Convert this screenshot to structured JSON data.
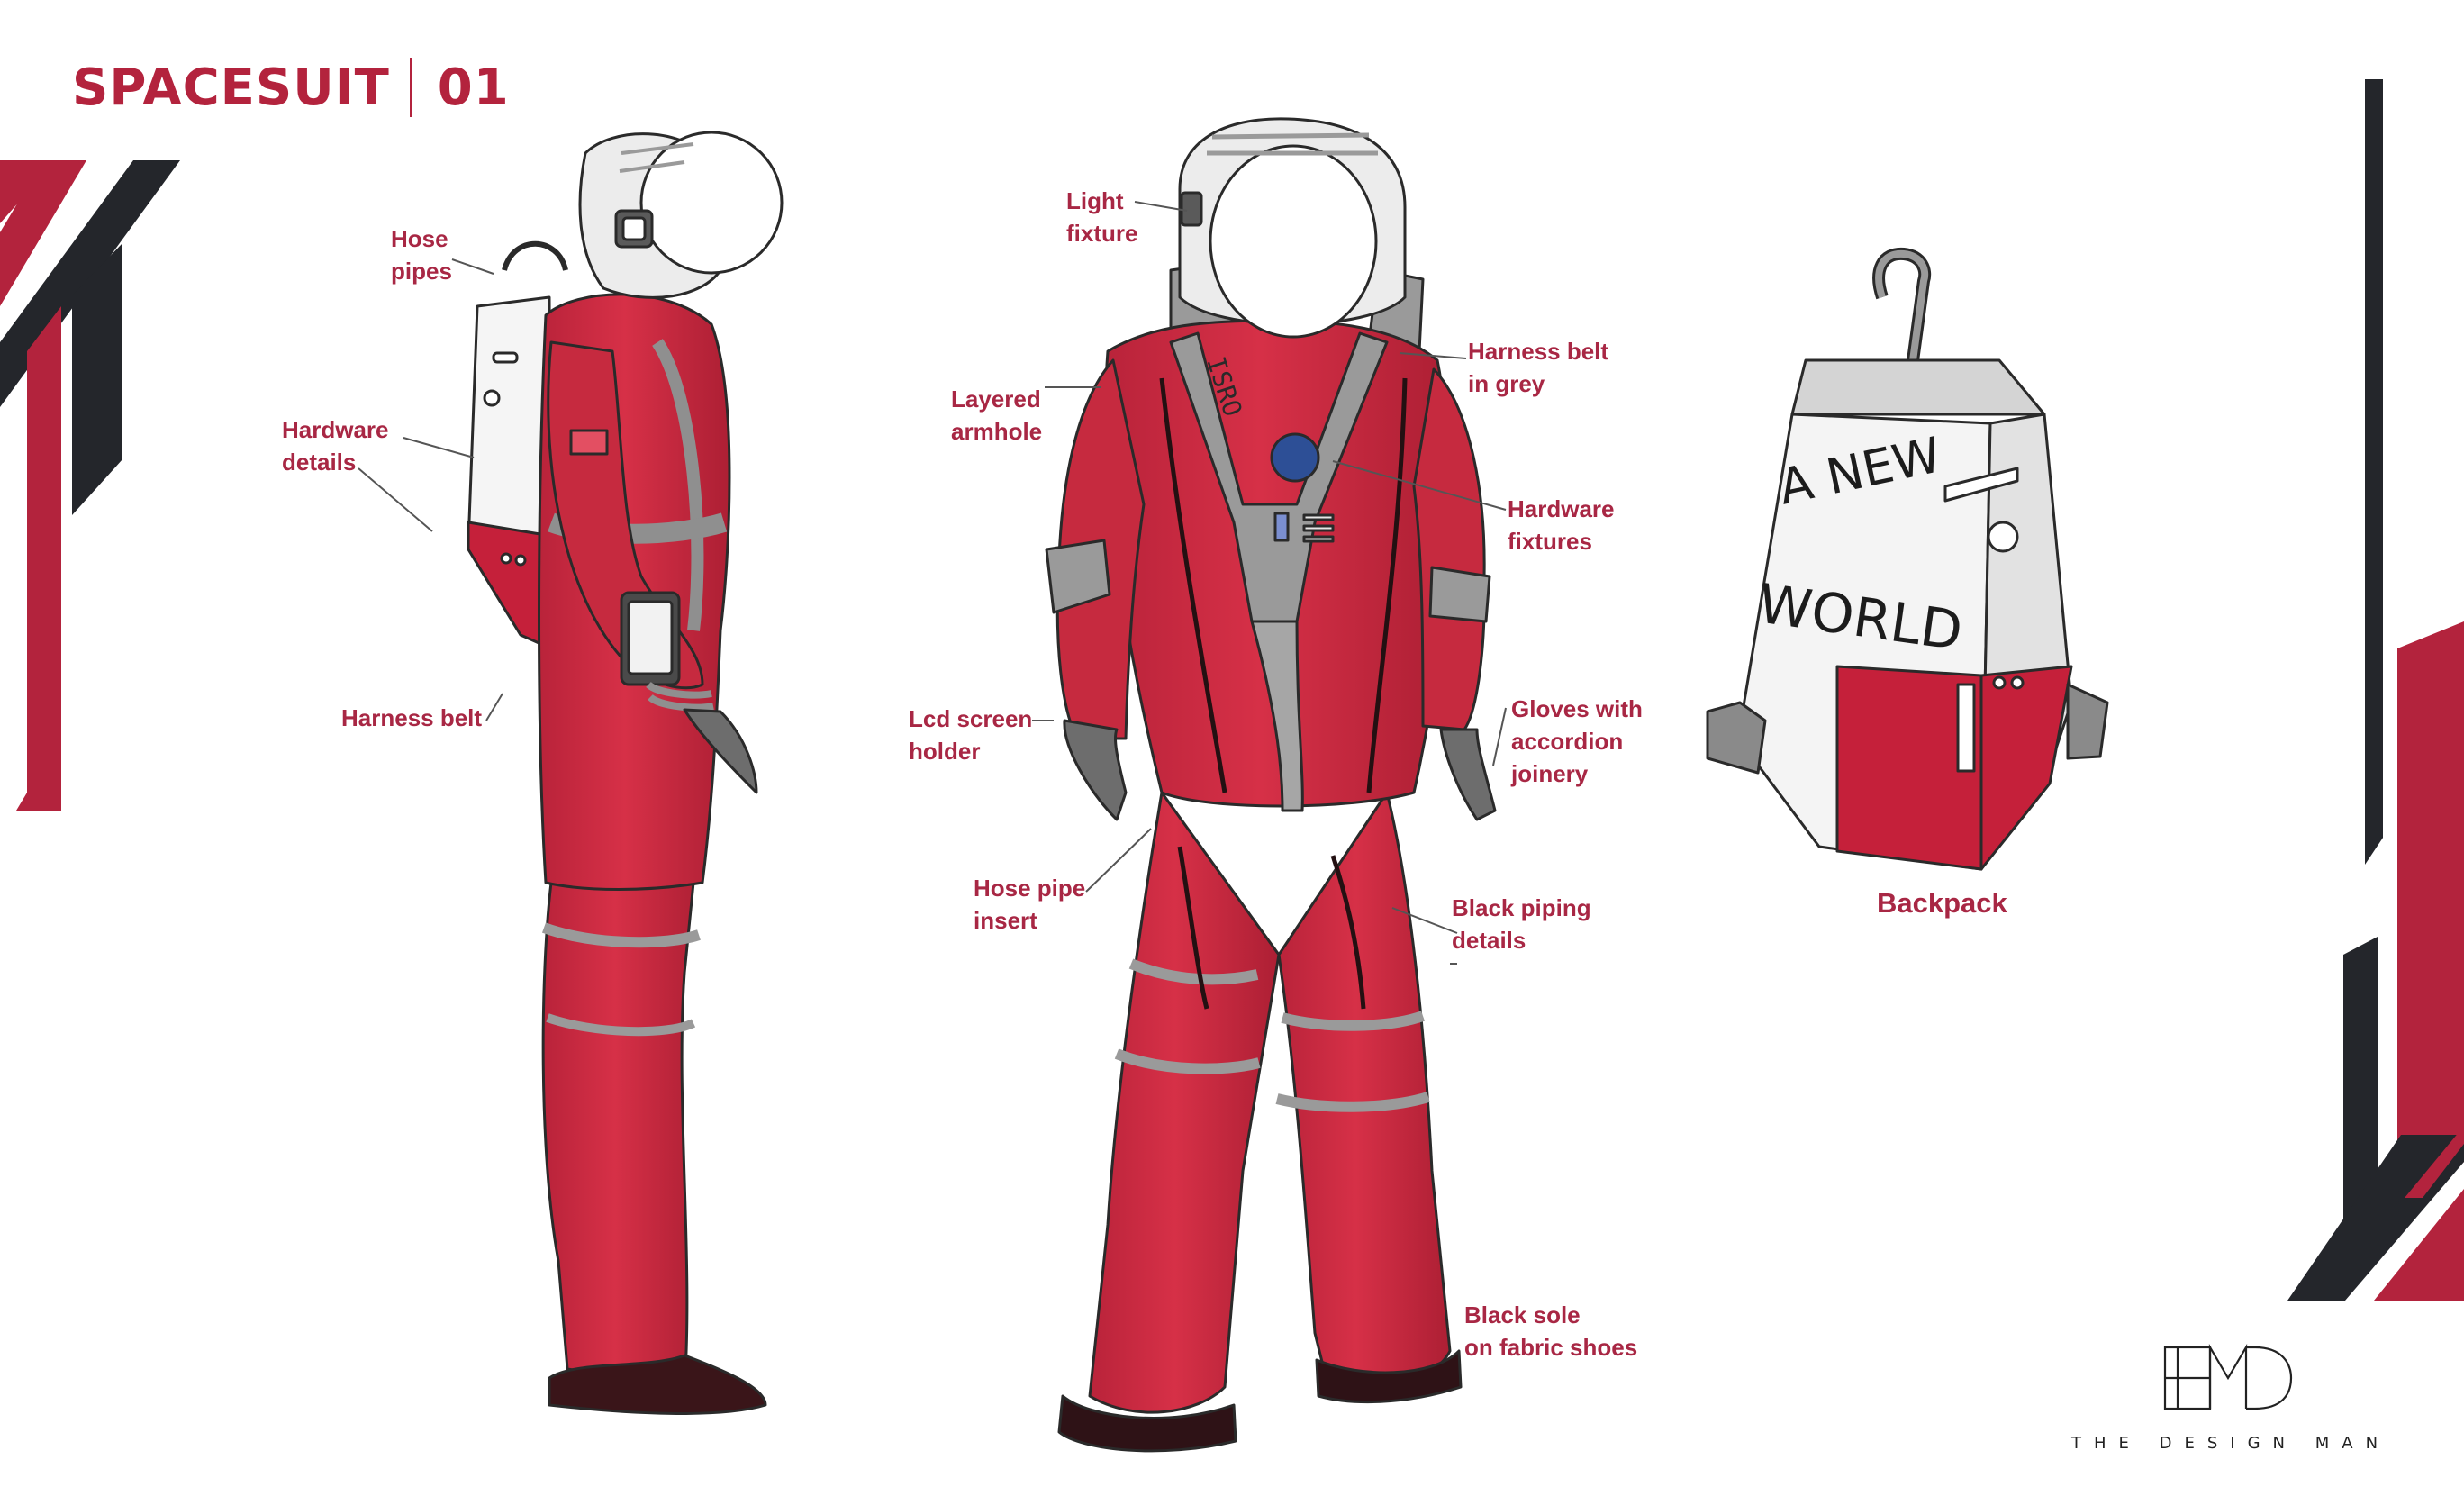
{
  "title": {
    "main": "SPACESUIT",
    "number": "01"
  },
  "side_view_callouts": {
    "hose_pipes": [
      "Hose",
      "pipes"
    ],
    "hardware_details": [
      "Hardware",
      "details"
    ],
    "harness_belt": [
      "Harness belt"
    ]
  },
  "front_view_callouts": {
    "light_fixture": [
      "Light",
      "fixture"
    ],
    "layered_armhole": [
      "Layered",
      "armhole"
    ],
    "lcd_screen_holder": [
      "Lcd screen",
      "holder"
    ],
    "hose_pipe_insert": [
      "Hose pipe",
      "insert"
    ],
    "harness_belt_grey": [
      "Harness belt",
      "in grey"
    ],
    "hardware_fixtures": [
      "Hardware",
      "fixtures"
    ],
    "gloves": [
      "Gloves with",
      "accordion",
      "joinery"
    ],
    "black_piping": [
      "Black piping",
      "details"
    ],
    "black_sole": [
      "Black sole",
      "on fabric shoes"
    ]
  },
  "backpack": {
    "label": "Backpack",
    "graffiti": [
      "A NEW",
      "WORLD"
    ]
  },
  "chest_text": "ISRO",
  "brand": {
    "tagline": "THE DESIGN MAN"
  },
  "colors": {
    "accent": "#b3233d",
    "label": "#a82744",
    "suit_red": "#cf2a40",
    "suit_dark": "#a81e31",
    "grey": "#8f8f8f",
    "dark_stripe": "#24262b",
    "visor": "#ffffff",
    "patch_blue": "#2d4f96"
  }
}
